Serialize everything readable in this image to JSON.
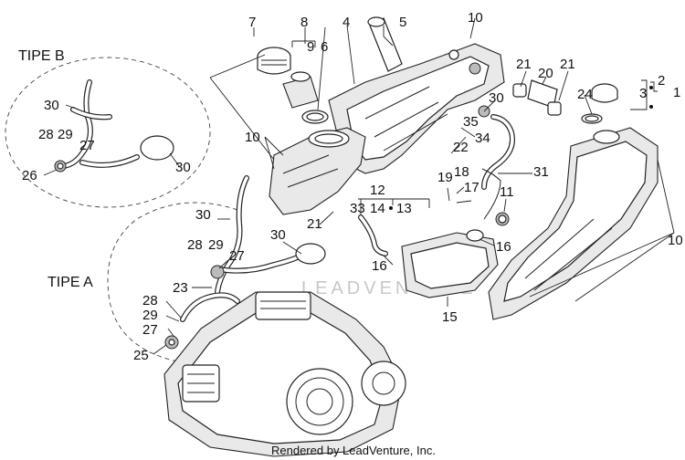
{
  "variants": {
    "tipe_b": "TIPE B",
    "tipe_a": "TIPE A"
  },
  "callouts": {
    "c1": "1",
    "c2": "2",
    "c3": "3",
    "c4": "4",
    "c5": "5",
    "c6": "6",
    "c7": "7",
    "c8": "8",
    "c9": "9",
    "c10a": "10",
    "c10b": "10",
    "c10c": "10",
    "c11": "11",
    "c12": "12",
    "c13": "13",
    "c14": "14",
    "c15": "15",
    "c16a": "16",
    "c16b": "16",
    "c17": "17",
    "c18": "18",
    "c19": "19",
    "c20": "20",
    "c21a": "21",
    "c21b": "21",
    "c21c": "21",
    "c22": "22",
    "c23": "23",
    "c24": "24",
    "c25": "25",
    "c26": "26",
    "c27a": "27",
    "c27b": "27",
    "c27c": "27",
    "c28a": "28",
    "c28b": "28",
    "c28c": "28",
    "c29a": "29",
    "c29b": "29",
    "c29c": "29",
    "c30a": "30",
    "c30b": "30",
    "c30c": "30",
    "c30d": "30",
    "c30e": "30",
    "c31": "31",
    "c33": "33",
    "c34": "34",
    "c35": "35"
  },
  "watermark": "LEADVENTURE",
  "footer": "Rendered by LeadVenture, Inc."
}
